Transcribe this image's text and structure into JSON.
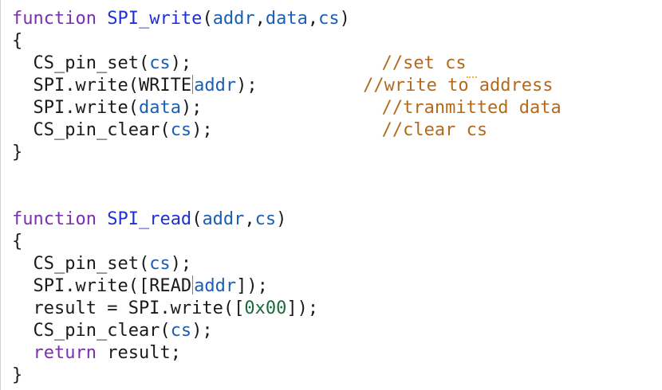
{
  "editor": {
    "lines": [
      {
        "tokens": [
          {
            "t": "function",
            "c": "kw"
          },
          {
            "t": " ",
            "c": "plain"
          },
          {
            "t": "SPI_write",
            "c": "fn"
          },
          {
            "t": "(",
            "c": "plain"
          },
          {
            "t": "addr",
            "c": "var"
          },
          {
            "t": ",",
            "c": "plain"
          },
          {
            "t": "data",
            "c": "var"
          },
          {
            "t": ",",
            "c": "plain"
          },
          {
            "t": "cs",
            "c": "var"
          },
          {
            "t": ")",
            "c": "plain"
          }
        ]
      },
      {
        "tokens": [
          {
            "t": "{",
            "c": "plain"
          }
        ]
      },
      {
        "tokens": [
          {
            "t": "  CS_pin_set(",
            "c": "plain"
          },
          {
            "t": "cs",
            "c": "var"
          },
          {
            "t": ");",
            "c": "plain"
          },
          {
            "t": "                  ",
            "c": "plain"
          },
          {
            "t": "//set cs",
            "c": "cm"
          },
          {
            "t": "",
            "c": "squiggle"
          }
        ]
      },
      {
        "tokens": [
          {
            "t": "  SPI.write(WRITE",
            "c": "plain"
          },
          {
            "t": "",
            "c": "caret"
          },
          {
            "t": "addr",
            "c": "var"
          },
          {
            "t": ");",
            "c": "plain"
          },
          {
            "t": "          ",
            "c": "plain"
          },
          {
            "t": "//write to address",
            "c": "cm"
          }
        ]
      },
      {
        "tokens": [
          {
            "t": "  SPI.write(",
            "c": "plain"
          },
          {
            "t": "data",
            "c": "var"
          },
          {
            "t": ");",
            "c": "plain"
          },
          {
            "t": "                 ",
            "c": "plain"
          },
          {
            "t": "//tranmitted data",
            "c": "cm"
          }
        ]
      },
      {
        "tokens": [
          {
            "t": "  CS_pin_clear(",
            "c": "plain"
          },
          {
            "t": "cs",
            "c": "var"
          },
          {
            "t": ");",
            "c": "plain"
          },
          {
            "t": "                ",
            "c": "plain"
          },
          {
            "t": "//clear cs",
            "c": "cm"
          }
        ]
      },
      {
        "tokens": [
          {
            "t": "}",
            "c": "plain"
          }
        ]
      },
      {
        "tokens": [
          {
            "t": "",
            "c": "plain"
          }
        ]
      },
      {
        "tokens": [
          {
            "t": "",
            "c": "plain"
          }
        ]
      },
      {
        "tokens": [
          {
            "t": "function",
            "c": "kw"
          },
          {
            "t": " ",
            "c": "plain"
          },
          {
            "t": "SPI_read",
            "c": "fn"
          },
          {
            "t": "(",
            "c": "plain"
          },
          {
            "t": "addr",
            "c": "var"
          },
          {
            "t": ",",
            "c": "plain"
          },
          {
            "t": "cs",
            "c": "var"
          },
          {
            "t": ")",
            "c": "plain"
          }
        ]
      },
      {
        "tokens": [
          {
            "t": "{",
            "c": "plain"
          }
        ]
      },
      {
        "tokens": [
          {
            "t": "  CS_pin_set(",
            "c": "plain"
          },
          {
            "t": "cs",
            "c": "var"
          },
          {
            "t": ");",
            "c": "plain"
          }
        ]
      },
      {
        "tokens": [
          {
            "t": "  SPI.write([READ",
            "c": "plain"
          },
          {
            "t": "",
            "c": "caret"
          },
          {
            "t": "addr",
            "c": "var"
          },
          {
            "t": "]);",
            "c": "plain"
          }
        ]
      },
      {
        "tokens": [
          {
            "t": "  result = SPI.write([",
            "c": "plain"
          },
          {
            "t": "0x00",
            "c": "num"
          },
          {
            "t": "]);",
            "c": "plain"
          }
        ]
      },
      {
        "tokens": [
          {
            "t": "  CS_pin_clear(",
            "c": "plain"
          },
          {
            "t": "cs",
            "c": "var"
          },
          {
            "t": ");",
            "c": "plain"
          }
        ]
      },
      {
        "tokens": [
          {
            "t": "  ",
            "c": "plain"
          },
          {
            "t": "return",
            "c": "kw"
          },
          {
            "t": " result;",
            "c": "plain"
          }
        ]
      },
      {
        "tokens": [
          {
            "t": "}",
            "c": "plain"
          }
        ]
      }
    ]
  },
  "colors": {
    "keyword": "#7a2fae",
    "function_name": "#1f2fd6",
    "variable": "#1a5fb4",
    "comment": "#b46a1a",
    "number": "#1a6b3a",
    "text": "#1a1a1a",
    "background": "#ffffff"
  }
}
